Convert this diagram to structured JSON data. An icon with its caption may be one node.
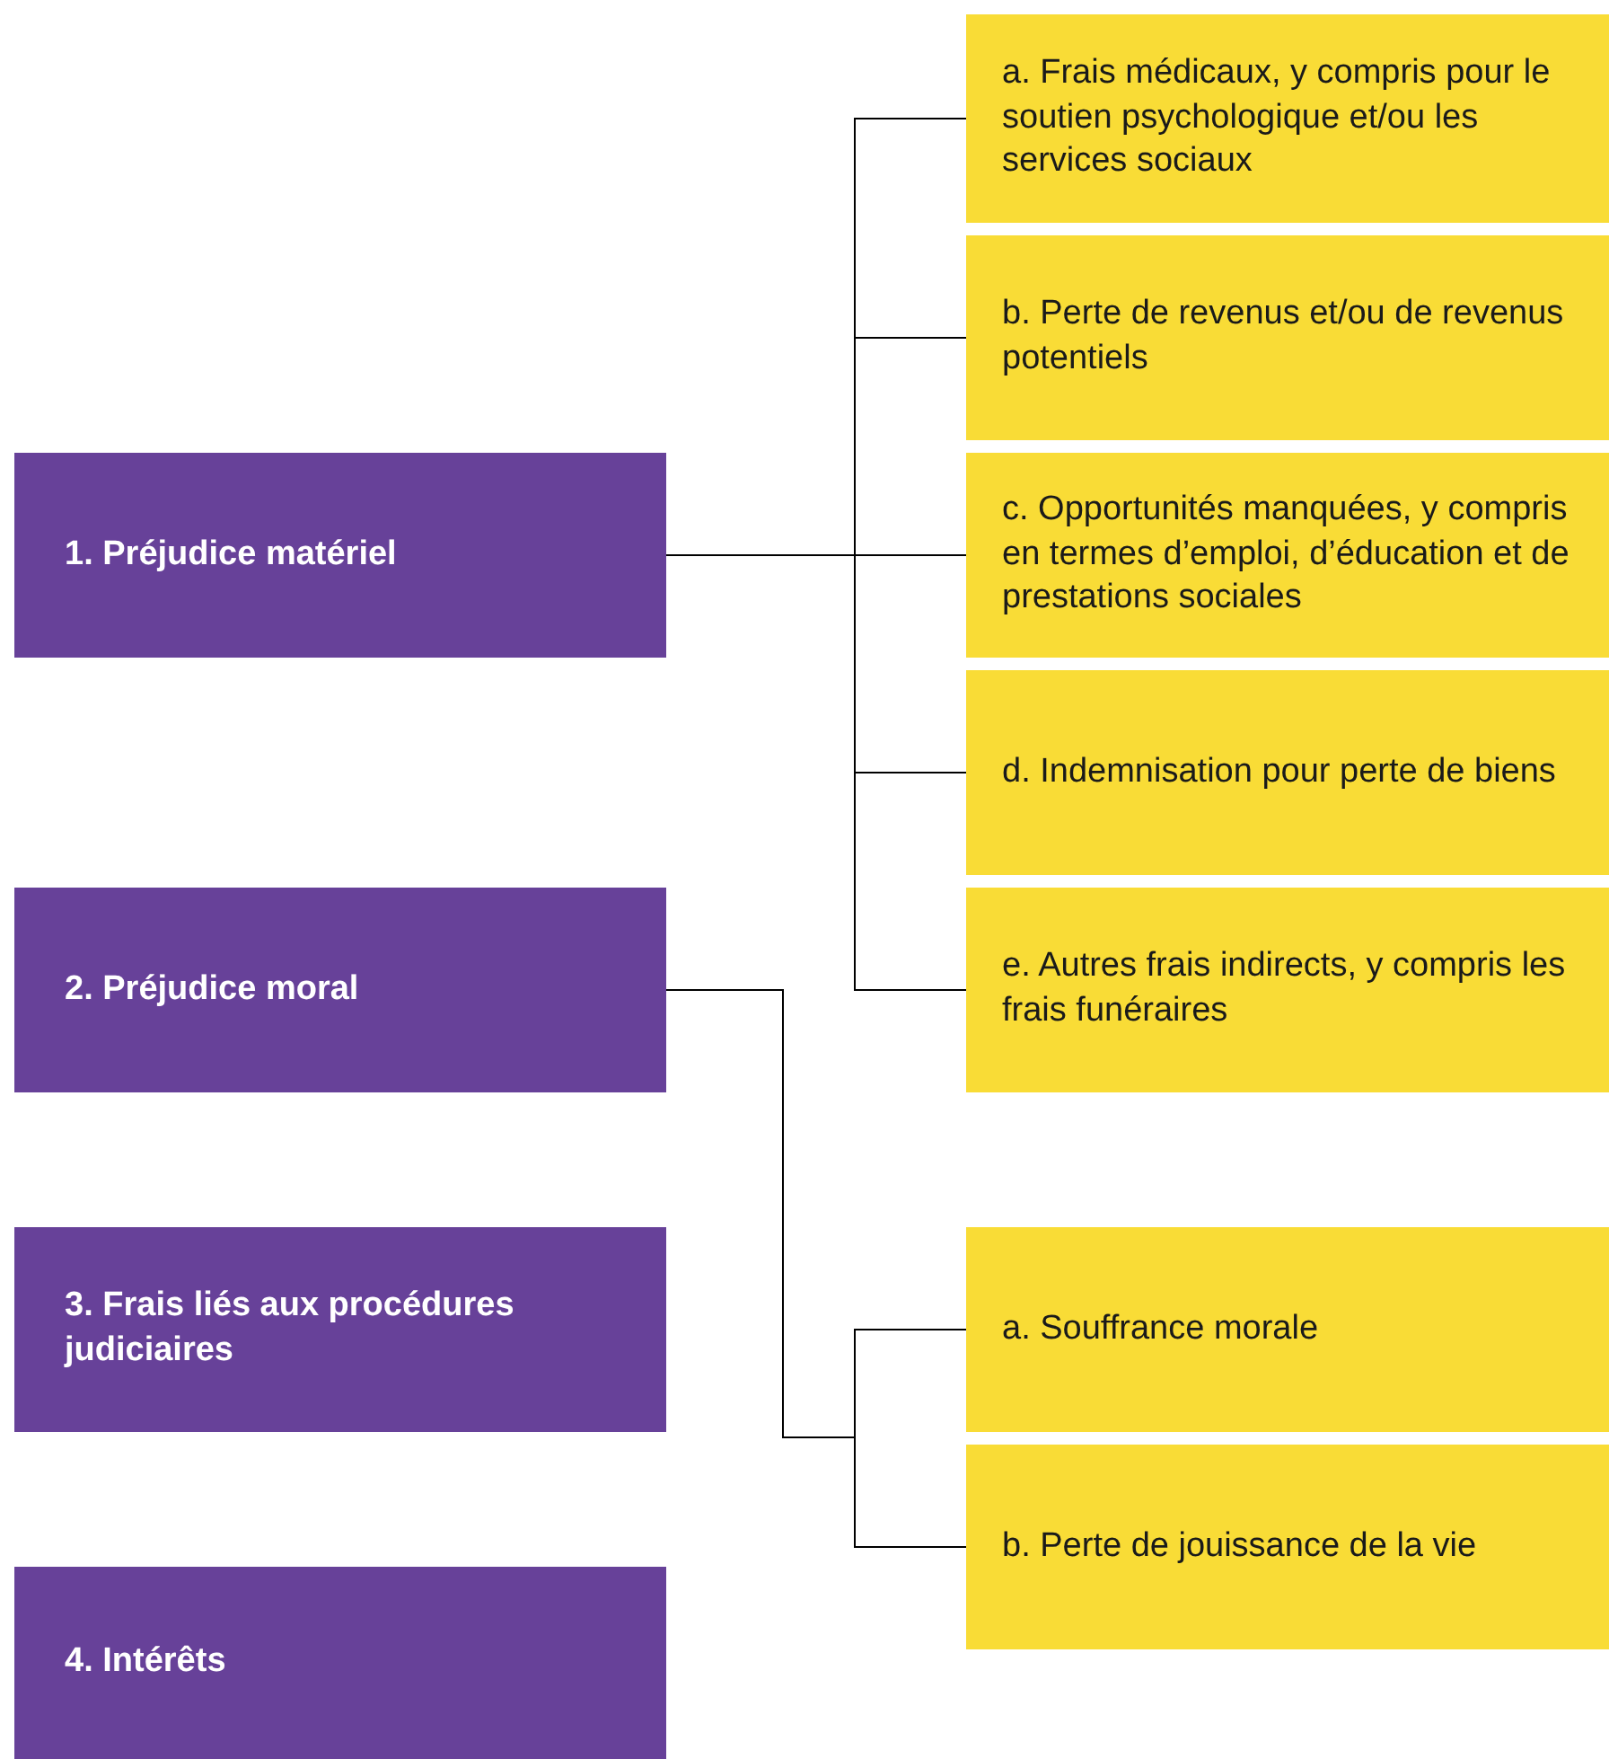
{
  "diagram": {
    "nodes": [
      {
        "text": [
          "1. Préjudice matériel"
        ]
      },
      {
        "text": [
          "a. Frais médicaux, y compris pour le soutien psychologique et/ou les services sociaux"
        ]
      },
      {
        "text": [
          "b. Perte de revenus et/ou de revenus potentiels"
        ]
      },
      {
        "text": [
          "c. Opportunités manquées, y compris en termes d’emploi, d’éducation et de prestations sociales"
        ]
      },
      {
        "text": [
          "d. Indemnisation pour perte de biens"
        ]
      },
      {
        "text": [
          "e. Autres frais indirects, y compris les frais funéraires"
        ]
      },
      {
        "text": [
          "2. Préjudice moral"
        ]
      },
      {
        "text": [
          "a. Souffrance morale"
        ]
      },
      {
        "text": [
          "b. Perte de jouissance de la vie"
        ]
      },
      {
        "text": [
          "3. Frais liés aux procédures judiciaires"
        ]
      },
      {
        "text": [
          "4. Intérêts"
        ]
      }
    ],
    "edges": [
      {
        "from": 0,
        "to": 1,
        "arrow": "none"
      },
      {
        "from": 0,
        "to": 2,
        "arrow": "none"
      },
      {
        "from": 0,
        "to": 3,
        "arrow": "none"
      },
      {
        "from": 0,
        "to": 4,
        "arrow": "none"
      },
      {
        "from": 0,
        "to": 5,
        "arrow": "none"
      },
      {
        "from": 6,
        "to": 7,
        "arrow": "none"
      },
      {
        "from": 6,
        "to": 8,
        "arrow": "none"
      }
    ]
  }
}
